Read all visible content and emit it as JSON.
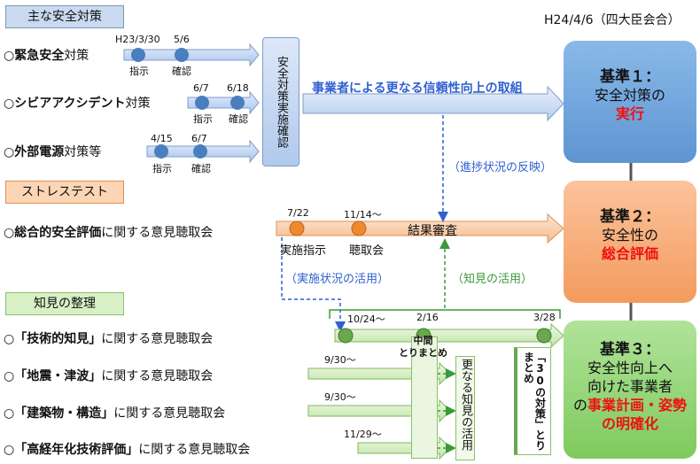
{
  "header_main": "主な安全対策",
  "header_stress": "ストレステスト",
  "header_knowledge": "知見の整理",
  "meeting": "H24/4/6（四大臣会合）",
  "measures": [
    {
      "bullet": "○",
      "bold": "緊急安全",
      "rest": "対策",
      "date1": "H23/3/30",
      "date2": "5/6",
      "l1": "指示",
      "l2": "確認"
    },
    {
      "bullet": "○",
      "bold": "シビアアクシデント",
      "rest": "対策",
      "date1": "6/7",
      "date2": "6/18",
      "l1": "指示",
      "l2": "確認"
    },
    {
      "bullet": "○",
      "bold": "外部電源",
      "rest": "対策等",
      "date1": "4/15",
      "date2": "6/7",
      "l1": "指示",
      "l2": "確認"
    }
  ],
  "safety_confirm": "安全対策実施確認",
  "operator_arrow": "事業者による更なる信頼性向上の取組",
  "progress_reflect": "（進捗状況の反映）",
  "stress": {
    "bold": "総合的安全評価",
    "rest": "に関する意見聴取会",
    "date1": "7/22",
    "date2": "11/14～",
    "l1": "実施指示",
    "l2": "聴取会",
    "result": "結果審査"
  },
  "implement_use": "（実施状況の活用）",
  "knowledge_use": "（知見の活用）",
  "knowledge": [
    {
      "bullet": "○",
      "bold": "「技術的知見」",
      "rest": "に関する意見聴取会",
      "date": "10/24～"
    },
    {
      "bullet": "○",
      "bold": "「地震・津波」",
      "rest": "に関する意見聴取会",
      "date": "9/30～"
    },
    {
      "bullet": "○",
      "bold": "「建築物・構造」",
      "rest": "に関する意見聴取会",
      "date": "9/30～"
    },
    {
      "bullet": "○",
      "bold": "「高経年化技術評価」",
      "rest": "に関する意見聴取会",
      "date": "11/29～"
    }
  ],
  "date_216": "2/16",
  "date_328": "3/28",
  "interim": "中間\nとりまとめ",
  "further_use": "更なる知見の活用",
  "measures30": "「30の対策」とりまとめ",
  "standards": [
    {
      "title": "基準１：",
      "l1": "安全対策の",
      "l2": "",
      "red": "実行",
      "color": "#6fa6dd"
    },
    {
      "title": "基準２：",
      "l1": "安全性の",
      "l2": "",
      "red": "総合評価",
      "color": "#f7a86a"
    },
    {
      "title": "基準３：",
      "l1": "安全性向上へ",
      "l2": "向けた事業者",
      "pre": "の",
      "red": "事業計画・姿勢の明確化",
      "color": "#8fd46f"
    }
  ],
  "colors": {
    "blue": "#2f5fd0",
    "green": "#3a9a3a",
    "orange_dot": "#f0882f",
    "blue_dot": "#4a7fbf",
    "green_dot": "#6aa84f"
  }
}
